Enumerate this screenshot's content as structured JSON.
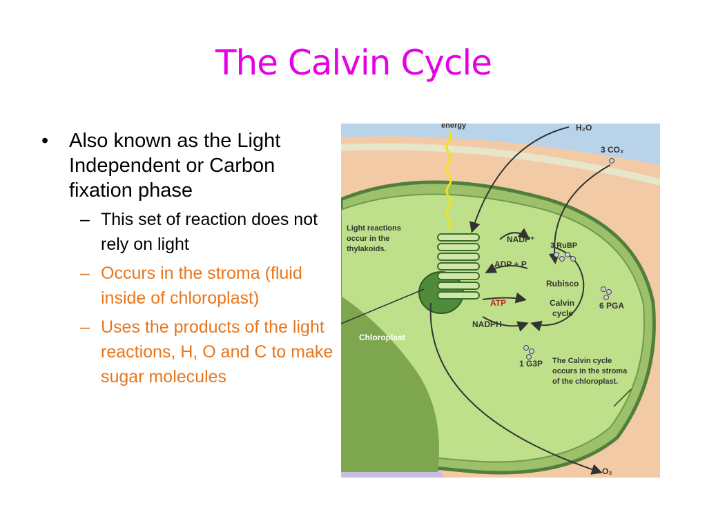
{
  "slide": {
    "title": "The Calvin Cycle",
    "bullet": {
      "text": "Also known as the Light Independent or Carbon fixation phase",
      "subs": [
        {
          "text": "This set of reaction does not rely on light",
          "color": "#000000"
        },
        {
          "text": "Occurs in the stroma (fluid inside of chloroplast)",
          "color": "#e8761c"
        },
        {
          "text": "Uses the products of the light reactions, H, O and C to make sugar molecules",
          "color": "#e8761c"
        }
      ]
    },
    "title_color": "#e600e6"
  },
  "figure": {
    "top_label": "energy",
    "h2o": "H₂O",
    "co2": "3 CO₂",
    "light_reactions": [
      "Light reactions",
      "occur in the",
      "thylakoids."
    ],
    "nadp": "NADP⁺",
    "adp": "ADP + P",
    "atp": "ATP",
    "nadph": "NADPH",
    "rubp": "3 RuBP",
    "rubisco": "Rubisco",
    "calvin": [
      "Calvin",
      "cycle"
    ],
    "pga": "6 PGA",
    "g3p": "1 G3P",
    "chloroplast": "Chloroplast",
    "stroma_note": [
      "The Calvin cycle",
      "occurs in the stroma",
      "of the chloroplast."
    ],
    "o2": "O₂"
  }
}
